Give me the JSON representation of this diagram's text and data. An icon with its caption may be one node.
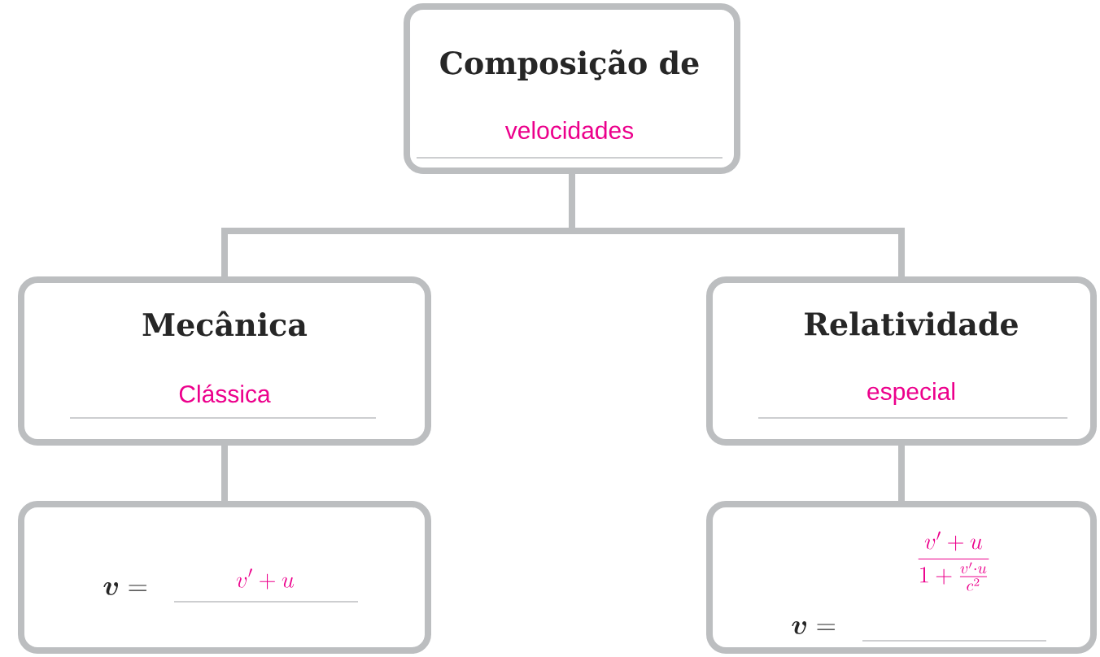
{
  "diagram": {
    "nodes": [
      {
        "text": [
          "Composição de",
          "velocidades"
        ]
      },
      {
        "text": [
          "Mecânica",
          "Clássica"
        ]
      },
      {
        "text": [
          "Relatividade",
          "especial"
        ]
      },
      {
        "text": [
          "\\boldsymbol{v} =",
          "v' + u"
        ]
      },
      {
        "text": [
          "\\boldsymbol{v} =",
          "\\frac{v' + u}{1 + \\frac{v' \\cdot u}{c^{2}}}"
        ]
      }
    ],
    "edges": [
      {
        "from": 0,
        "to": 1,
        "arrow": "none"
      },
      {
        "from": 0,
        "to": 2,
        "arrow": "none"
      },
      {
        "from": 1,
        "to": 3,
        "arrow": "none"
      },
      {
        "from": 2,
        "to": 4,
        "arrow": "none"
      }
    ]
  }
}
